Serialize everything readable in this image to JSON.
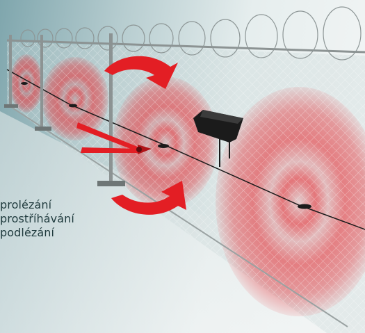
{
  "legend": {
    "items": [
      "prolézání",
      "prostříhávání",
      "podlézání"
    ]
  },
  "colors": {
    "background_left": "#7fa6ad",
    "background_right": "#f4f6f6",
    "zone_red": "#e6383e",
    "arrow_red": "#e31e24",
    "sensor_black": "#1b1b1b",
    "post_grey": "#8c9393",
    "text": "#1f3a3d"
  },
  "icons": [
    "razor-wire",
    "fence-mesh",
    "detection-zone",
    "climb-over-arrow",
    "climb-under-arrow",
    "bolt-cutter",
    "sensor-unit"
  ]
}
